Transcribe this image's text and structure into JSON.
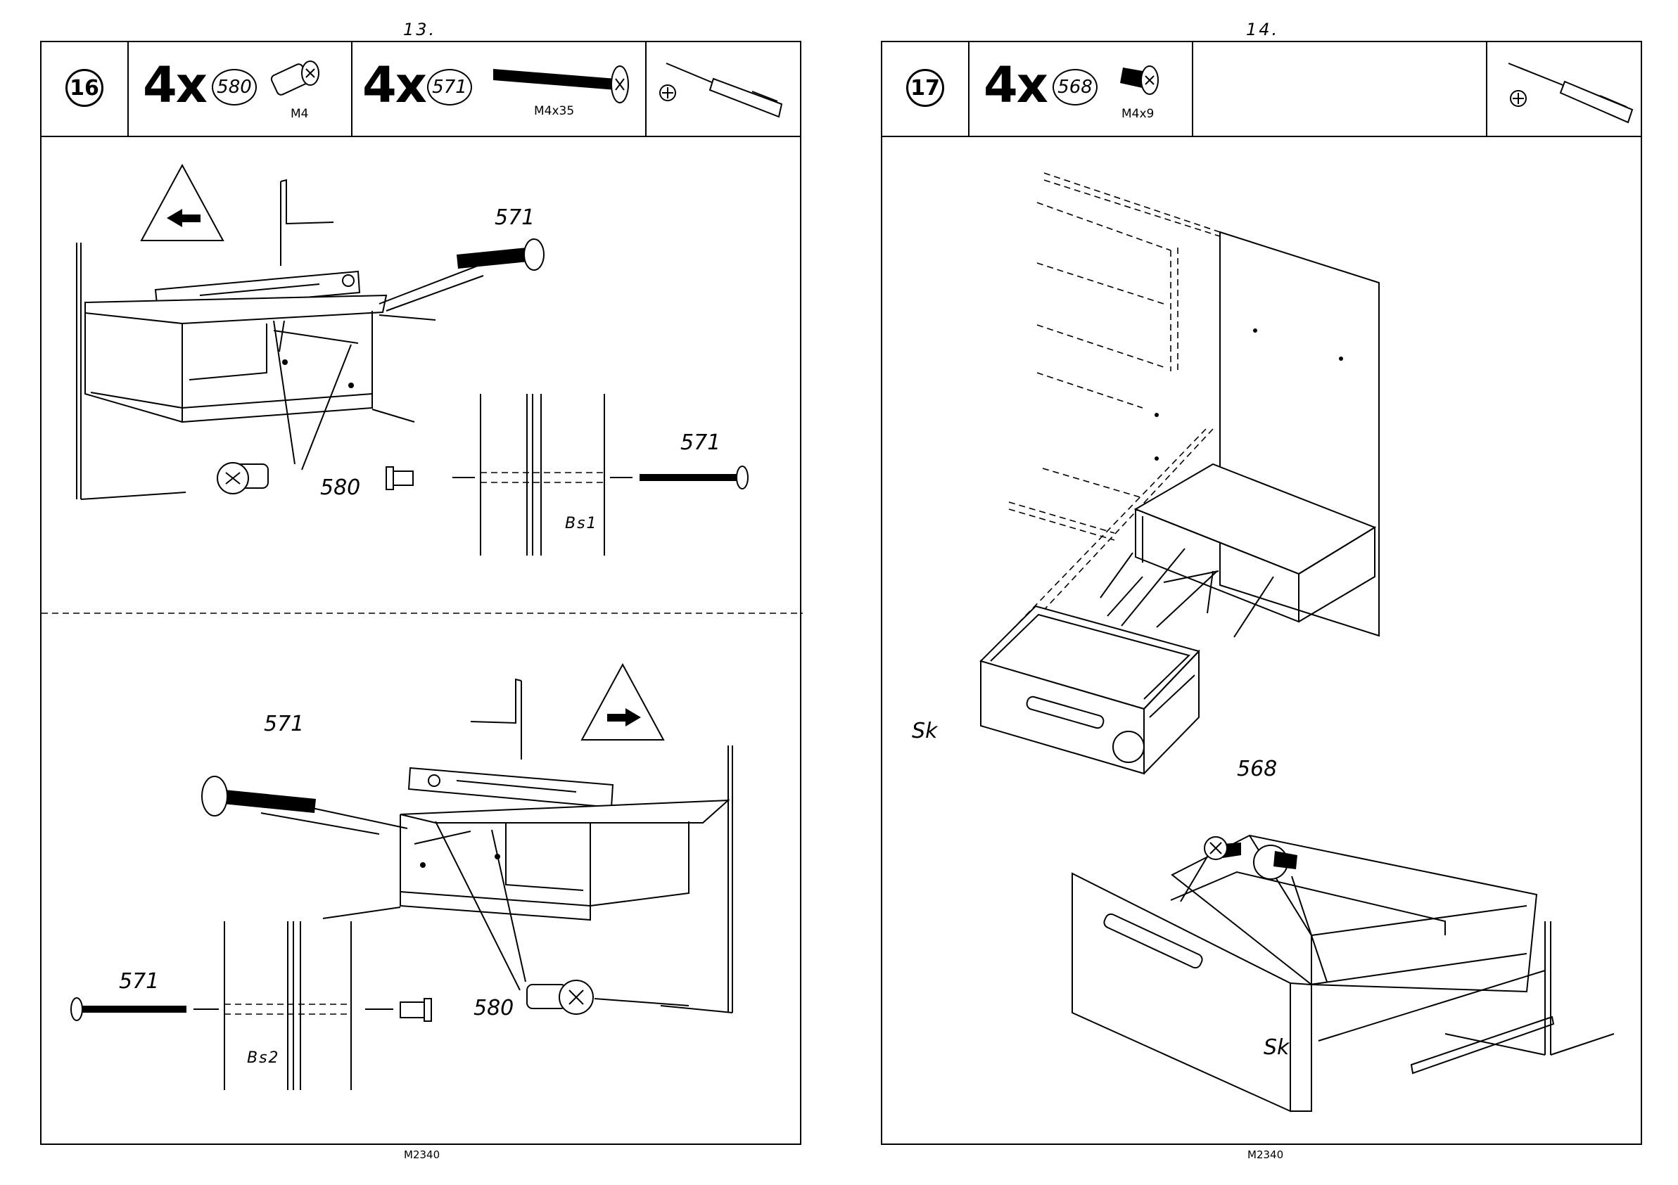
{
  "left": {
    "page_number": "13.",
    "step": "16",
    "parts": [
      {
        "qty": "4x",
        "code": "580",
        "spec": "M4"
      },
      {
        "qty": "4x",
        "code": "571",
        "spec": "M4x35"
      }
    ],
    "labels": {
      "a571": "571",
      "a580": "580",
      "b571": "571",
      "bs1": "Bs1",
      "c571": "571",
      "d571": "571",
      "c580": "580",
      "bs2": "Bs2"
    },
    "footer": "M2340"
  },
  "right": {
    "page_number": "14.",
    "step": "17",
    "parts": [
      {
        "qty": "4x",
        "code": "568",
        "spec": "M4x9"
      }
    ],
    "labels": {
      "sk1": "Sk",
      "a568": "568",
      "sk2": "Sk"
    },
    "footer": "M2340"
  }
}
